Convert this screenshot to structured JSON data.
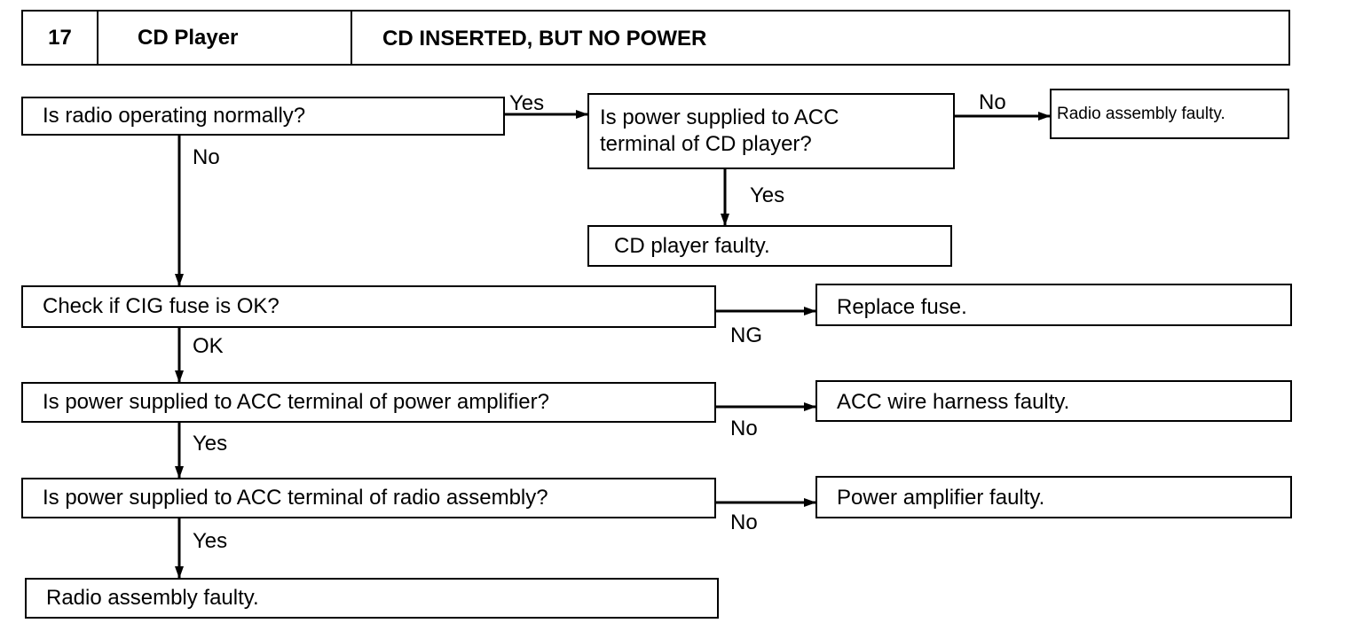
{
  "header": {
    "number": "17",
    "subject": "CD Player",
    "title": "CD INSERTED, BUT NO POWER"
  },
  "nodes": {
    "radio_normal": "Is radio operating normally?",
    "acc_cd": "Is power supplied to ACC\nterminal of CD player?",
    "radio_faulty_top": "Radio assembly faulty.",
    "cd_faulty": "CD player faulty.",
    "cig_fuse": "Check if CIG fuse is OK?",
    "replace_fuse": "Replace fuse.",
    "acc_amp": "Is power supplied to ACC terminal of power amplifier?",
    "harness_faulty": "ACC wire harness faulty.",
    "acc_radio": "Is power supplied to ACC terminal of radio assembly?",
    "amp_faulty": "Power amplifier faulty.",
    "radio_faulty_bottom": "Radio assembly faulty."
  },
  "labels": {
    "yes_radio_to_acc": "Yes",
    "no_acc_to_radio": "No",
    "yes_acc_to_cd": "Yes",
    "no_radio_down": "No",
    "ng_fuse": "NG",
    "ok_fuse": "OK",
    "no_amp": "No",
    "yes_amp": "Yes",
    "no_radio_assy": "No",
    "yes_radio_assy": "Yes"
  }
}
